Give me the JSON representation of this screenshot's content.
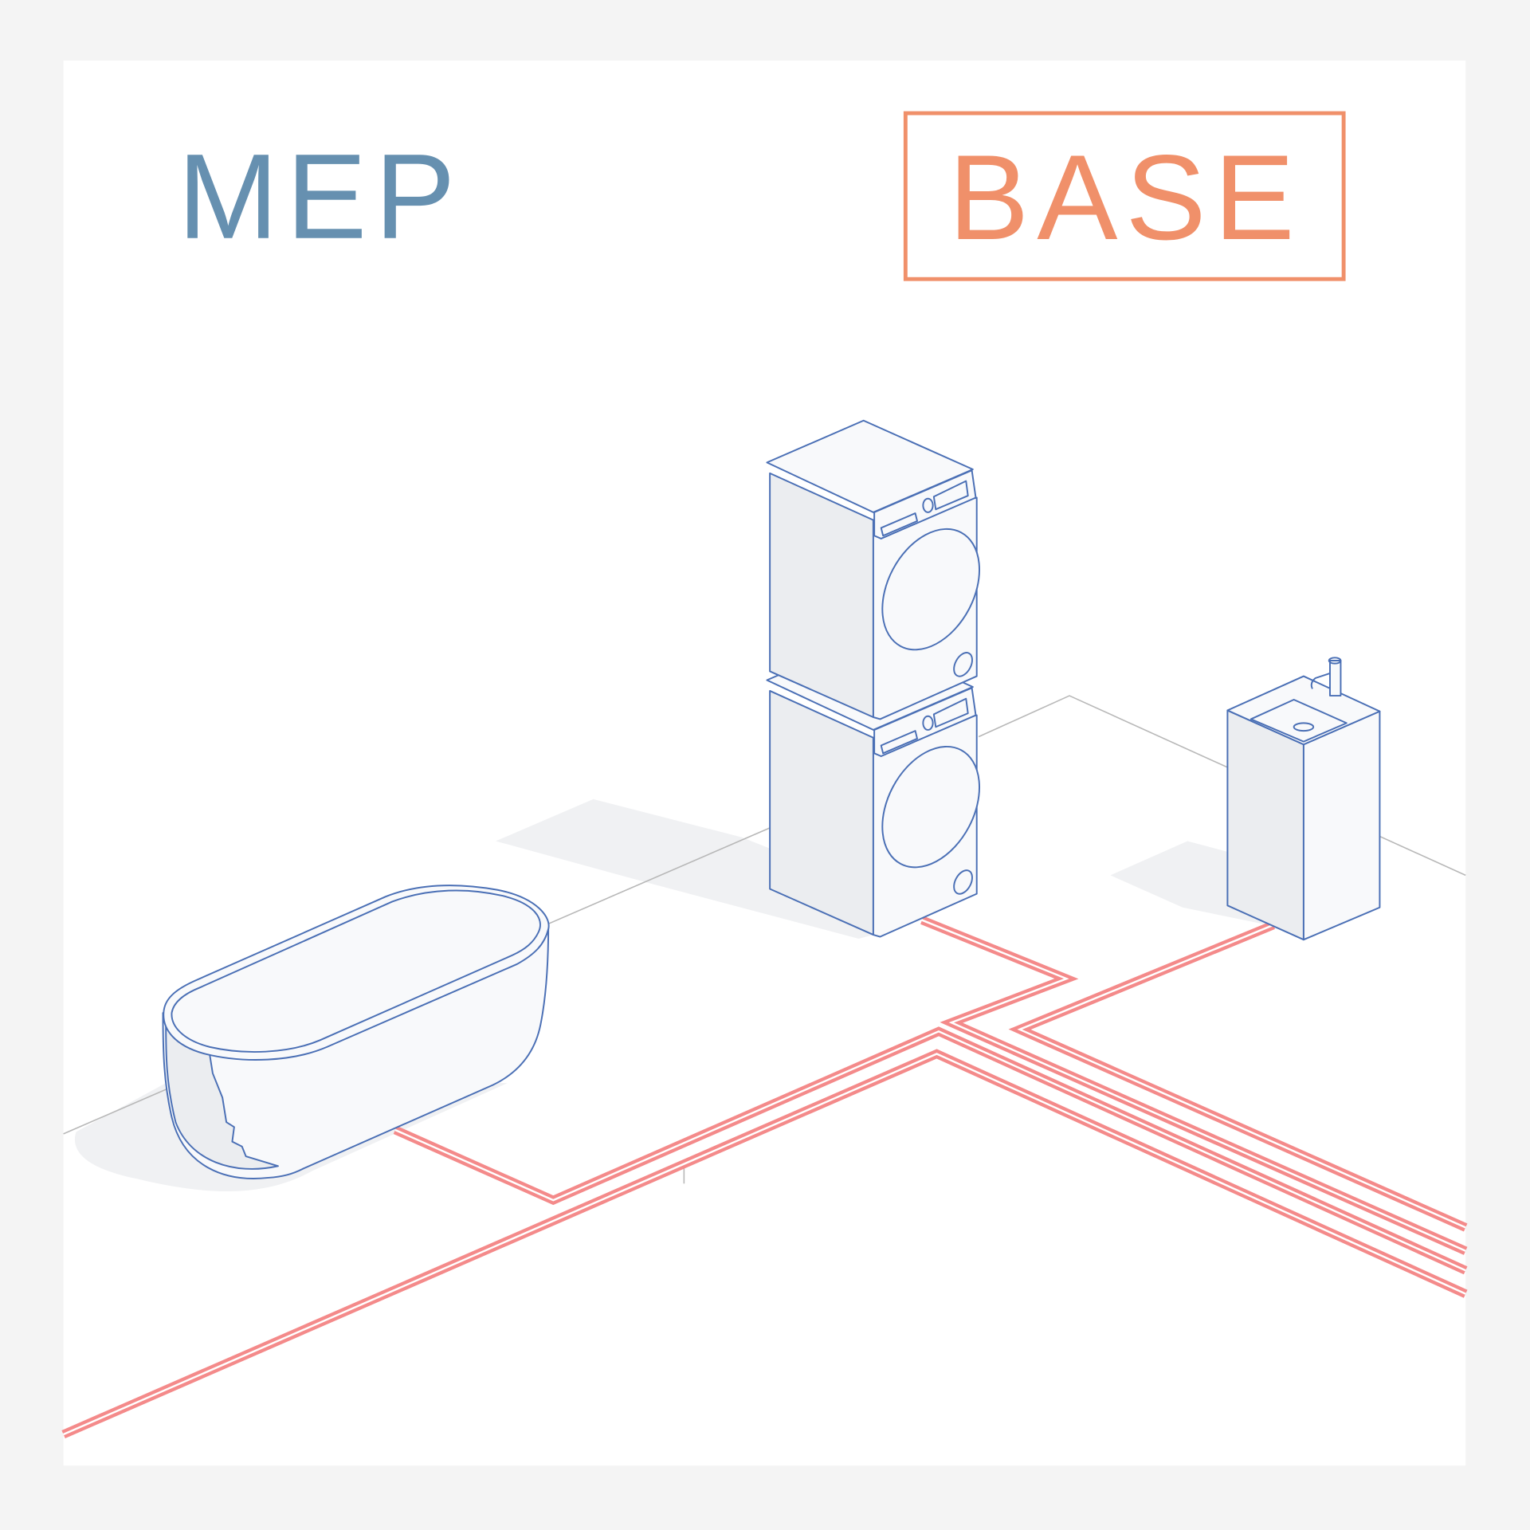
{
  "title_left": "MEP",
  "title_right": "BASE",
  "colors": {
    "mep": "#6690b0",
    "base": "#f0906a",
    "pipe": "#f48a8a",
    "outline": "#4a6fb5",
    "background": "#f4f4f4"
  },
  "icons": [
    "bathtub-icon",
    "washing-machine-icon",
    "dryer-icon",
    "sink-icon",
    "pipe-network"
  ]
}
